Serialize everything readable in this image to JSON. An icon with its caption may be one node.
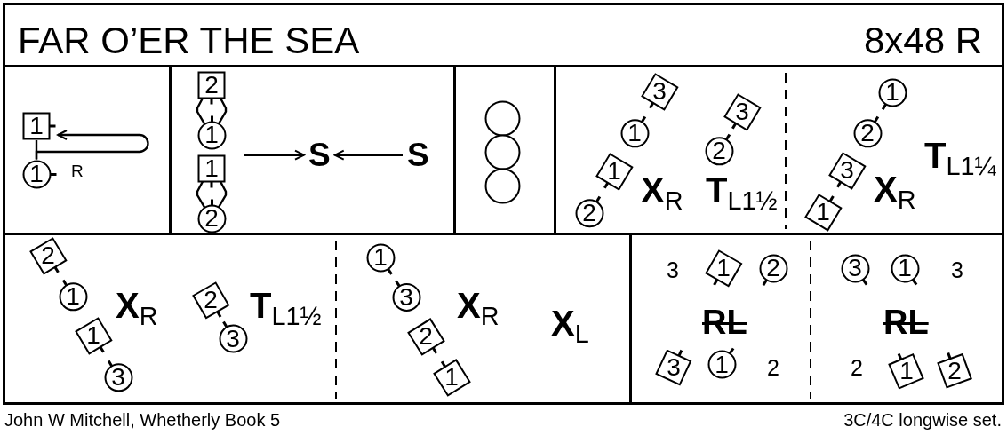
{
  "diagram": {
    "title": "FAR O’ER THE SEA",
    "nodes": [
      {
        "text": [
          "R"
        ]
      },
      {
        "text": [
          "1"
        ],
        "in": 0
      },
      {
        "text": [
          "1"
        ],
        "in": 0
      },
      {
        "text": [],
        "shape": "box"
      },
      {
        "text": [
          "2"
        ],
        "in": 3
      },
      {
        "text": [
          "1"
        ],
        "in": 3
      },
      {
        "text": [
          "1"
        ],
        "in": 3
      },
      {
        "text": [
          "2"
        ],
        "in": 3
      },
      {
        "text": [
          "S"
        ],
        "in": 3
      },
      {
        "text": [
          "S"
        ],
        "in": 3
      },
      {
        "text": [],
        "shape": "box"
      },
      {
        "text": [],
        "shape": "circle",
        "in": 10
      },
      {
        "text": [],
        "shape": "circle",
        "in": 10
      },
      {
        "text": [],
        "shape": "circle",
        "in": 10
      },
      {
        "text": [
          "**X**$_{R}$",
          "**T**$_{L1½}$",
          "**X**$_{R}$",
          "**T**$_{L1¼}$"
        ]
      },
      {
        "text": [
          "3"
        ],
        "in": 14
      },
      {
        "text": [
          "1"
        ],
        "in": 14
      },
      {
        "text": [
          "1"
        ],
        "in": 14
      },
      {
        "text": [
          "2"
        ],
        "in": 14
      },
      {
        "text": [
          "3"
        ],
        "in": 14
      },
      {
        "text": [
          "2"
        ],
        "in": 14
      },
      {
        "text": [
          "1"
        ],
        "in": 14
      },
      {
        "text": [
          "2"
        ],
        "in": 14
      },
      {
        "text": [
          "3"
        ],
        "in": 14
      },
      {
        "text": [
          "1"
        ],
        "in": 14
      },
      {
        "text": [
          "**X**$_{R}$",
          "**T**$_{L1½}$",
          "**X**$_{R}$",
          "**X**$_{L}$"
        ]
      },
      {
        "text": [
          "2"
        ],
        "in": 25
      },
      {
        "text": [
          "1"
        ],
        "in": 25
      },
      {
        "text": [
          "1"
        ],
        "in": 25
      },
      {
        "text": [
          "3"
        ],
        "in": 25
      },
      {
        "text": [
          "2"
        ],
        "in": 25
      },
      {
        "text": [
          "3"
        ],
        "in": 25
      },
      {
        "text": [
          "1"
        ],
        "in": 25
      },
      {
        "text": [
          "3"
        ],
        "in": 25
      },
      {
        "text": [
          "2"
        ],
        "in": 25
      },
      {
        "text": [
          "1"
        ],
        "in": 25
      },
      {
        "text": [
          "3",
          "RL",
          "2",
          "3",
          "RL",
          "2"
        ]
      },
      {
        "text": [
          "1"
        ],
        "in": 36
      },
      {
        "text": [
          "2"
        ],
        "in": 36
      },
      {
        "text": [
          "3"
        ],
        "in": 36
      },
      {
        "text": [
          "1"
        ],
        "in": 36
      },
      {
        "text": [
          "3"
        ],
        "in": 36
      },
      {
        "text": [
          "1"
        ],
        "in": 36
      },
      {
        "text": [
          "1"
        ],
        "in": 36
      },
      {
        "text": [
          "2"
        ],
        "in": 36
      }
    ],
    "edges": [
      {
        "from": 1,
        "to": 2,
        "arrow": "none"
      },
      {
        "from": 2,
        "to": 1,
        "arrow": "to"
      },
      {
        "from": 4,
        "to": 5,
        "arrow": "none"
      },
      {
        "from": 6,
        "to": 7,
        "arrow": "none"
      },
      {
        "from": null,
        "to": 8,
        "arrow": "to"
      },
      {
        "from": 9,
        "to": 8,
        "arrow": "to"
      }
    ],
    "labels": [
      "8x48 R",
      "John W Mitchell, Whetherly Book 5",
      "3C/4C longwise set."
    ]
  }
}
